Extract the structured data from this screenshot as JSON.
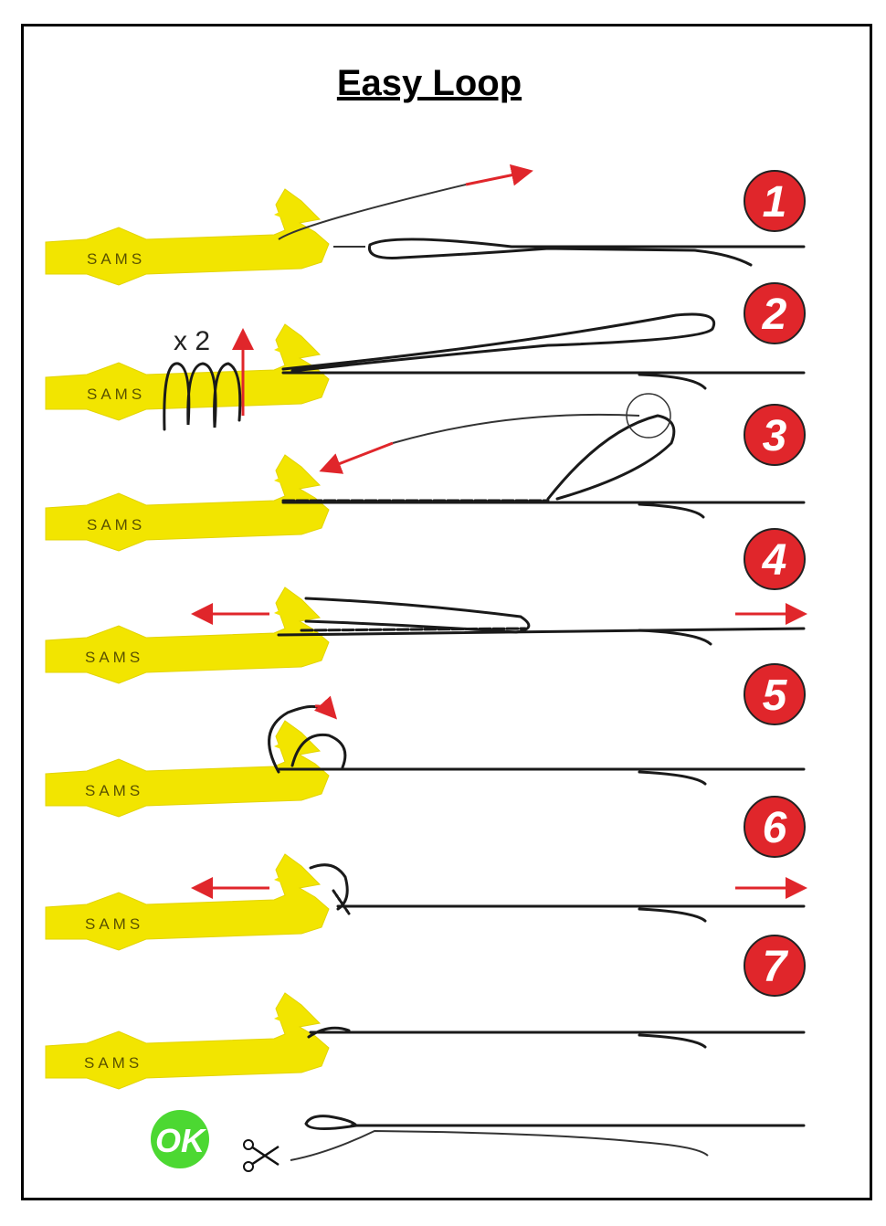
{
  "title": "Easy Loop",
  "tool_brand": "SAMS",
  "steps": [
    "1",
    "2",
    "3",
    "4",
    "5",
    "6",
    "7"
  ],
  "step2_note": "x 2",
  "final_badge": "OK",
  "colors": {
    "tool": "#f2e500",
    "accent": "#e0262b",
    "ok": "#4cd832",
    "line": "#1a1a1a"
  }
}
